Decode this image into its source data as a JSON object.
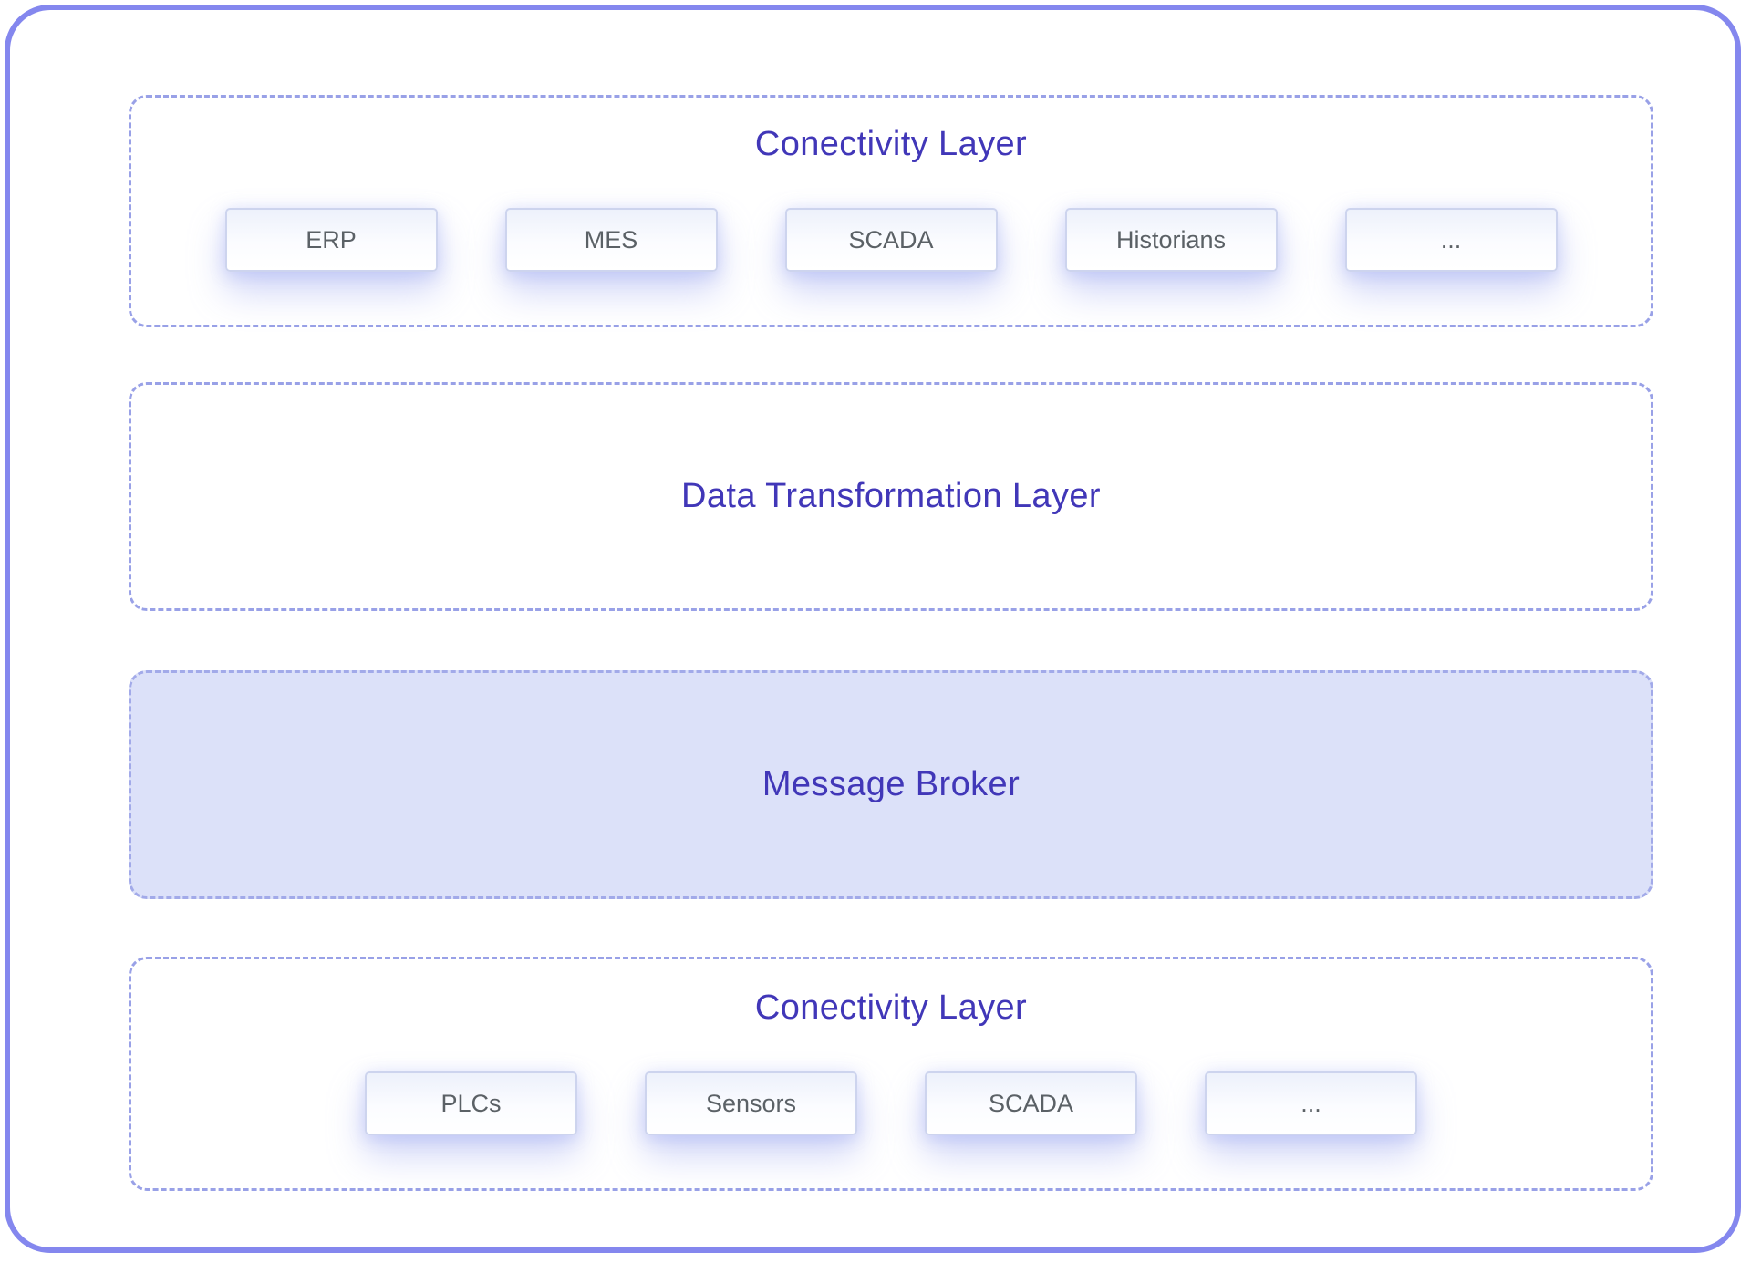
{
  "layers": [
    {
      "title": "Conectivity Layer",
      "items": [
        "ERP",
        "MES",
        "SCADA",
        "Historians",
        "..."
      ]
    },
    {
      "title": "Data Transformation Layer",
      "items": []
    },
    {
      "title": "Message Broker",
      "items": [],
      "highlighted": true
    },
    {
      "title": "Conectivity Layer",
      "items": [
        "PLCs",
        "Sensors",
        "SCADA",
        "..."
      ]
    }
  ],
  "colors": {
    "outer_border": "#8487ee",
    "dashed_border": "#99a1e7",
    "broker_fill": "#dce1f9",
    "title_text": "#4137b8",
    "item_text": "#5b6166",
    "item_border": "#cdd4ee"
  }
}
